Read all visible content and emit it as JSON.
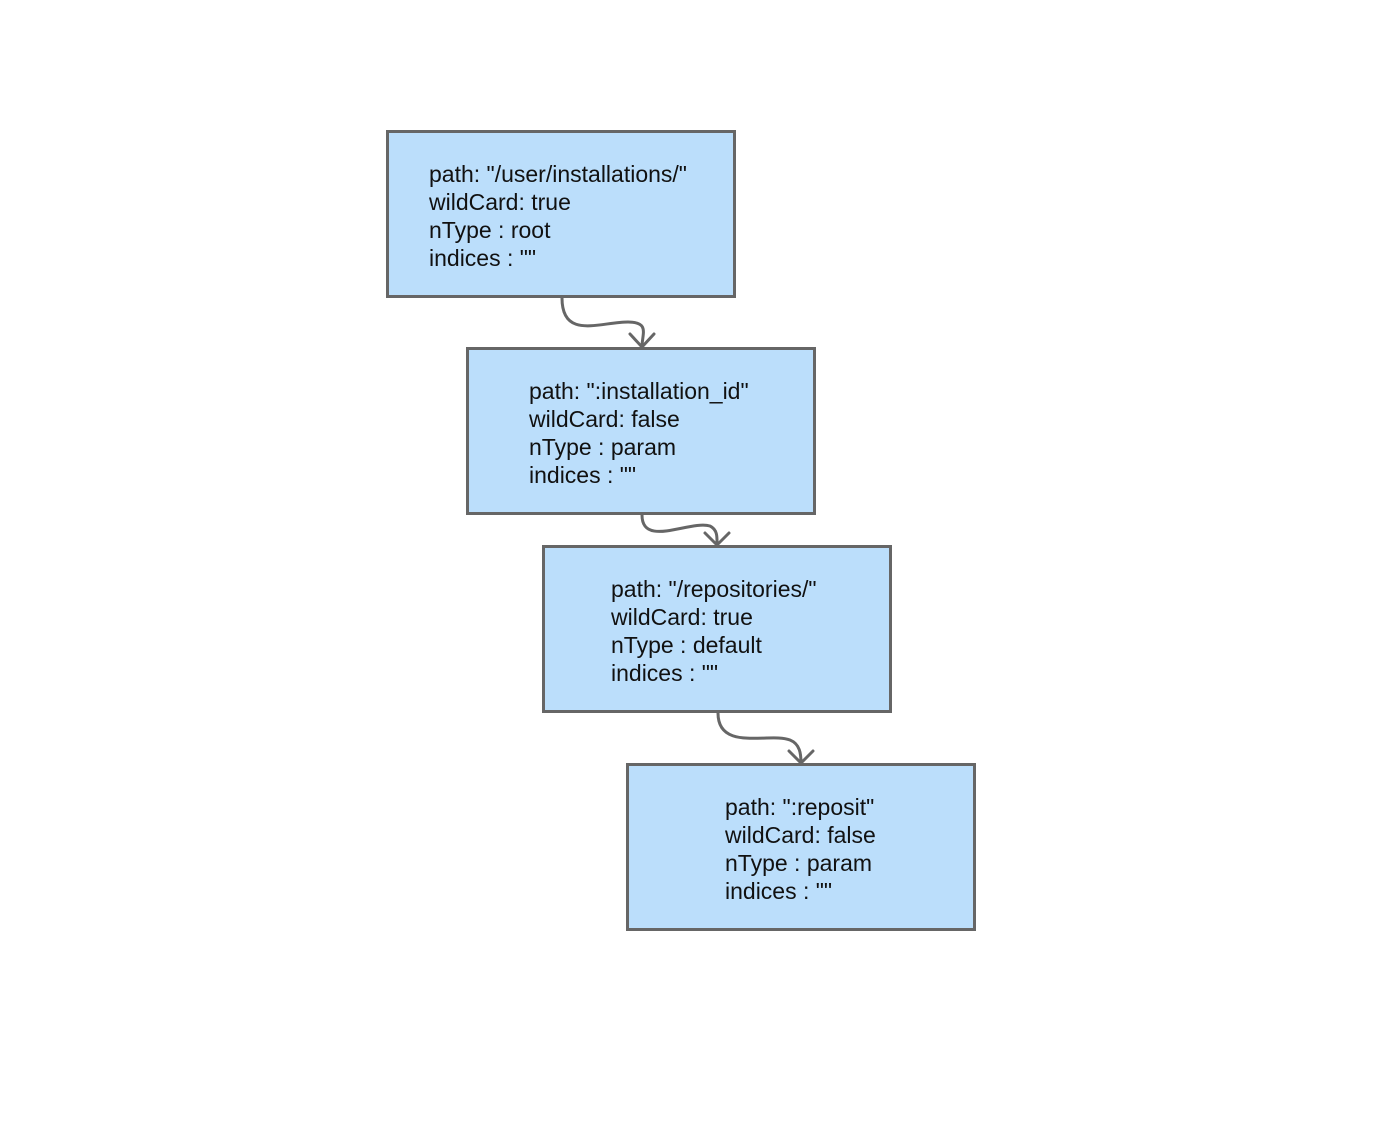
{
  "nodes": [
    {
      "path": "path: \"/user/installations/\"",
      "wildcard": "wildCard: true",
      "ntype": "nType : root",
      "indices": "indices : \"\""
    },
    {
      "path": "path: \":installation_id\"",
      "wildcard": "wildCard: false",
      "ntype": "nType : param",
      "indices": "indices : \"\""
    },
    {
      "path": "path: \"/repositories/\"",
      "wildcard": "wildCard: true",
      "ntype": "nType : default",
      "indices": "indices : \"\""
    },
    {
      "path": "path: \":reposit\"",
      "wildcard": "wildCard: false",
      "ntype": "nType : param",
      "indices": "indices : \"\""
    }
  ],
  "colors": {
    "node_fill": "#bbdefb",
    "node_border": "#666666",
    "connector": "#666666",
    "text": "#111111"
  }
}
